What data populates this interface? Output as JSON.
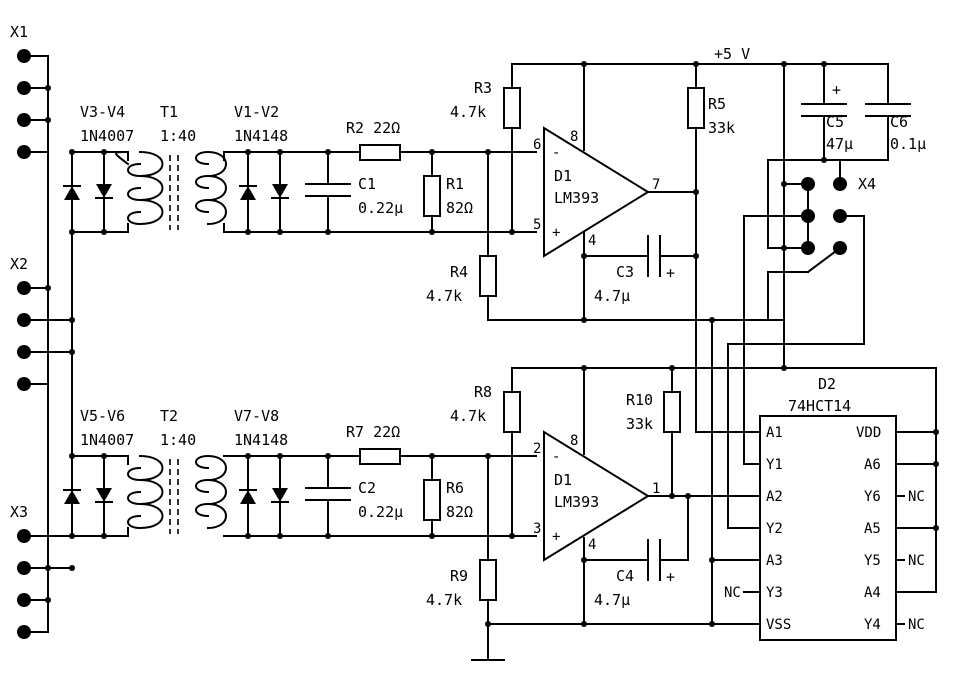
{
  "connectors": {
    "x1": "X1",
    "x2": "X2",
    "x3": "X3",
    "x4": "X4"
  },
  "supply": {
    "label": "+5 V"
  },
  "channel1": {
    "diodes_in": "V3-V4",
    "diodes_in_type": "1N4007",
    "transformer": "T1",
    "ratio": "1:40",
    "diodes_out": "V1-V2",
    "diodes_out_type": "1N4148",
    "r2": "R2 22Ω",
    "c1": "C1",
    "c1_value": "0.22µ",
    "r1": "R1",
    "r1_value": "82Ω",
    "r3": "R3",
    "r3_value": "4.7k",
    "r4": "R4",
    "r4_value": "4.7k",
    "r5": "R5",
    "r5_value": "33k",
    "c3": "C3",
    "c3_value": "4.7µ",
    "comparator": "D1",
    "comparator_type": "LM393",
    "pin_minus": "6",
    "pin_plus": "5",
    "pin_out": "7",
    "pin_vcc": "8",
    "pin_gnd": "4"
  },
  "channel2": {
    "diodes_in": "V5-V6",
    "diodes_in_type": "1N4007",
    "transformer": "T2",
    "ratio": "1:40",
    "diodes_out": "V7-V8",
    "diodes_out_type": "1N4148",
    "r7": "R7 22Ω",
    "c2": "C2",
    "c2_value": "0.22µ",
    "r6": "R6",
    "r6_value": "82Ω",
    "r8": "R8",
    "r8_value": "4.7k",
    "r9": "R9",
    "r9_value": "4.7k",
    "r10": "R10",
    "r10_value": "33k",
    "c4": "C4",
    "c4_value": "4.7µ",
    "comparator": "D1",
    "comparator_type": "LM393",
    "pin_minus": "2",
    "pin_plus": "3",
    "pin_out": "1",
    "pin_vcc": "8",
    "pin_gnd": "4"
  },
  "decoupling": {
    "c5": "C5",
    "c5_value": "47µ",
    "c6": "C6",
    "c6_value": "0.1µ"
  },
  "polarity": {
    "plus": "+",
    "minus": "-"
  },
  "ic": {
    "ref": "D2",
    "type": "74HCT14",
    "nc": "NC",
    "pins_left": [
      "A1",
      "Y1",
      "A2",
      "Y2",
      "A3",
      "Y3",
      "VSS"
    ],
    "pins_right": [
      "VDD",
      "A6",
      "Y6",
      "A5",
      "Y5",
      "A4",
      "Y4"
    ]
  }
}
